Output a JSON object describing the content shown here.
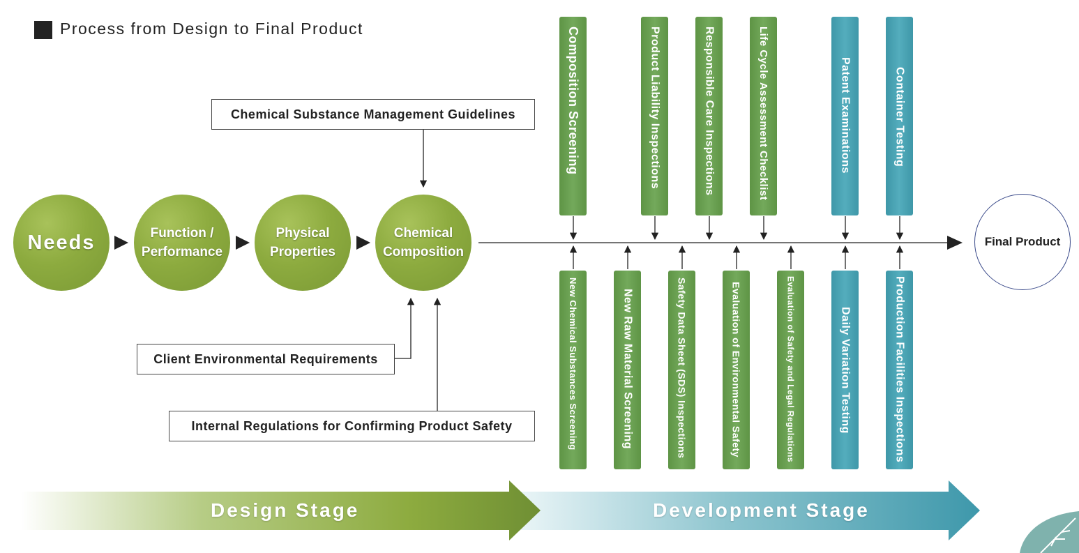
{
  "title": "Process from Design to Final Product",
  "circles": {
    "needs": "Needs",
    "function": [
      "Function /",
      "Performance"
    ],
    "physical": [
      "Physical",
      "Properties"
    ],
    "chemical": [
      "Chemical",
      "Composition"
    ]
  },
  "final_product": "Final Product",
  "boxes": {
    "guidelines": "Chemical Substance Management Guidelines",
    "client": "Client Environmental Requirements",
    "internal": "Internal Regulations for Confirming Product Safety"
  },
  "top_bars": [
    {
      "label": "Composition Screening",
      "color": "green"
    },
    {
      "label": "Product Liability Inspections",
      "color": "green"
    },
    {
      "label": "Responsible Care Inspections",
      "color": "green"
    },
    {
      "label": "Life Cycle Assessment Checklist",
      "color": "green"
    },
    {
      "label": "Patent Examinations",
      "color": "blue"
    },
    {
      "label": "Container Testing",
      "color": "blue"
    }
  ],
  "bottom_bars": [
    {
      "label": "New Chemical Substances Screening",
      "color": "green"
    },
    {
      "label": "New Raw Material Screening",
      "color": "green"
    },
    {
      "label": "Safety Data Sheet (SDS) Inspections",
      "color": "green"
    },
    {
      "label": "Evaluation of Environmental Safety",
      "color": "green"
    },
    {
      "label": "Evaluation of Safety and Legal Regulations",
      "color": "green"
    },
    {
      "label": "Daily Variation Testing",
      "color": "blue"
    },
    {
      "label": "Production Facilities Inspections",
      "color": "blue"
    }
  ],
  "stages": {
    "design": "Design Stage",
    "development": "Development Stage"
  },
  "colors": {
    "green_bar": "#6aa050",
    "blue_bar": "#4aa3b4",
    "circle_green": "#8dab3f",
    "line": "#222222"
  }
}
